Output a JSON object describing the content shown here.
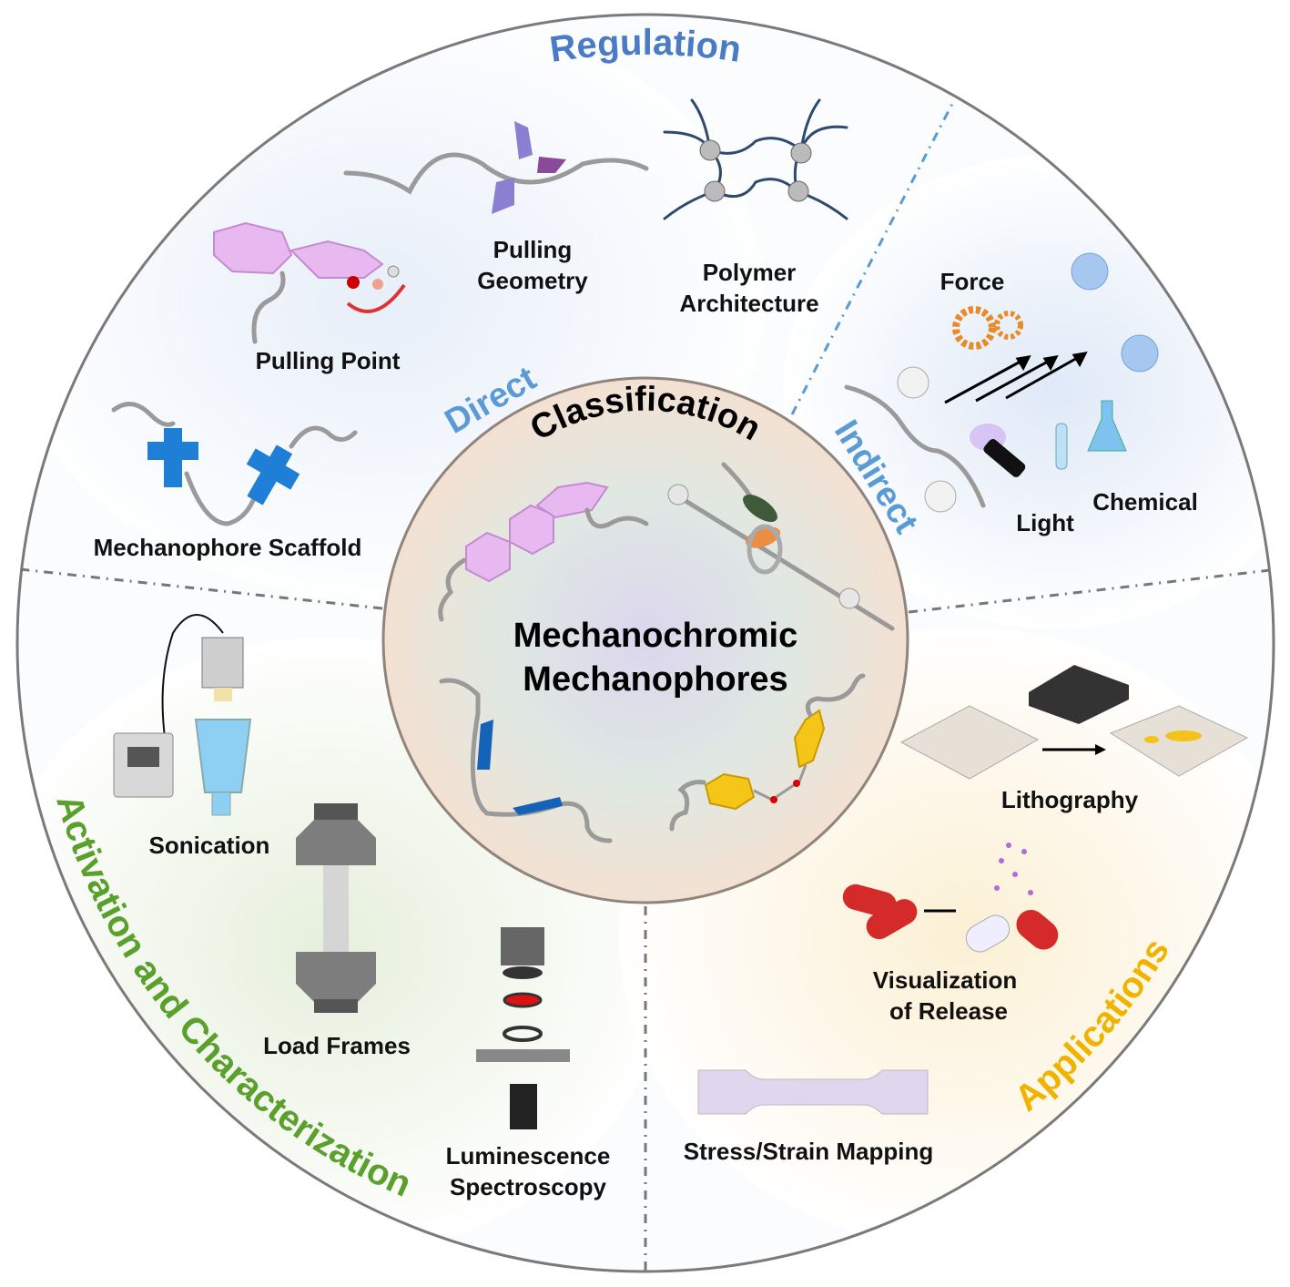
{
  "center": {
    "title_line1": "Mechanochromic",
    "title_line2": "Mechanophores",
    "ring_label": "Classification"
  },
  "sections": {
    "regulation": {
      "title": "Regulation",
      "color": "#4a7cc4"
    },
    "direct": {
      "title": "Direct",
      "color": "#5b9bd5"
    },
    "indirect": {
      "title": "Indirect",
      "color": "#5b9bd5"
    },
    "activation": {
      "title": "Activation and Characterization",
      "color": "#5aa02c"
    },
    "applications": {
      "title": "Applications",
      "color": "#f0b400"
    }
  },
  "regulation_items": {
    "pulling_point": "Pulling Point",
    "pulling_geometry_1": "Pulling",
    "pulling_geometry_2": "Geometry",
    "polymer_architecture_1": "Polymer",
    "polymer_architecture_2": "Architecture",
    "mechanophore_scaffold": "Mechanophore Scaffold"
  },
  "indirect_items": {
    "force": "Force",
    "light": "Light",
    "chemical": "Chemical"
  },
  "activation_items": {
    "sonication": "Sonication",
    "load_frames": "Load Frames",
    "luminescence_1": "Luminescence",
    "luminescence_2": "Spectroscopy"
  },
  "application_items": {
    "lithography": "Lithography",
    "release_1": "Visualization",
    "release_2": "of Release",
    "mapping": "Stress/Strain Mapping"
  }
}
